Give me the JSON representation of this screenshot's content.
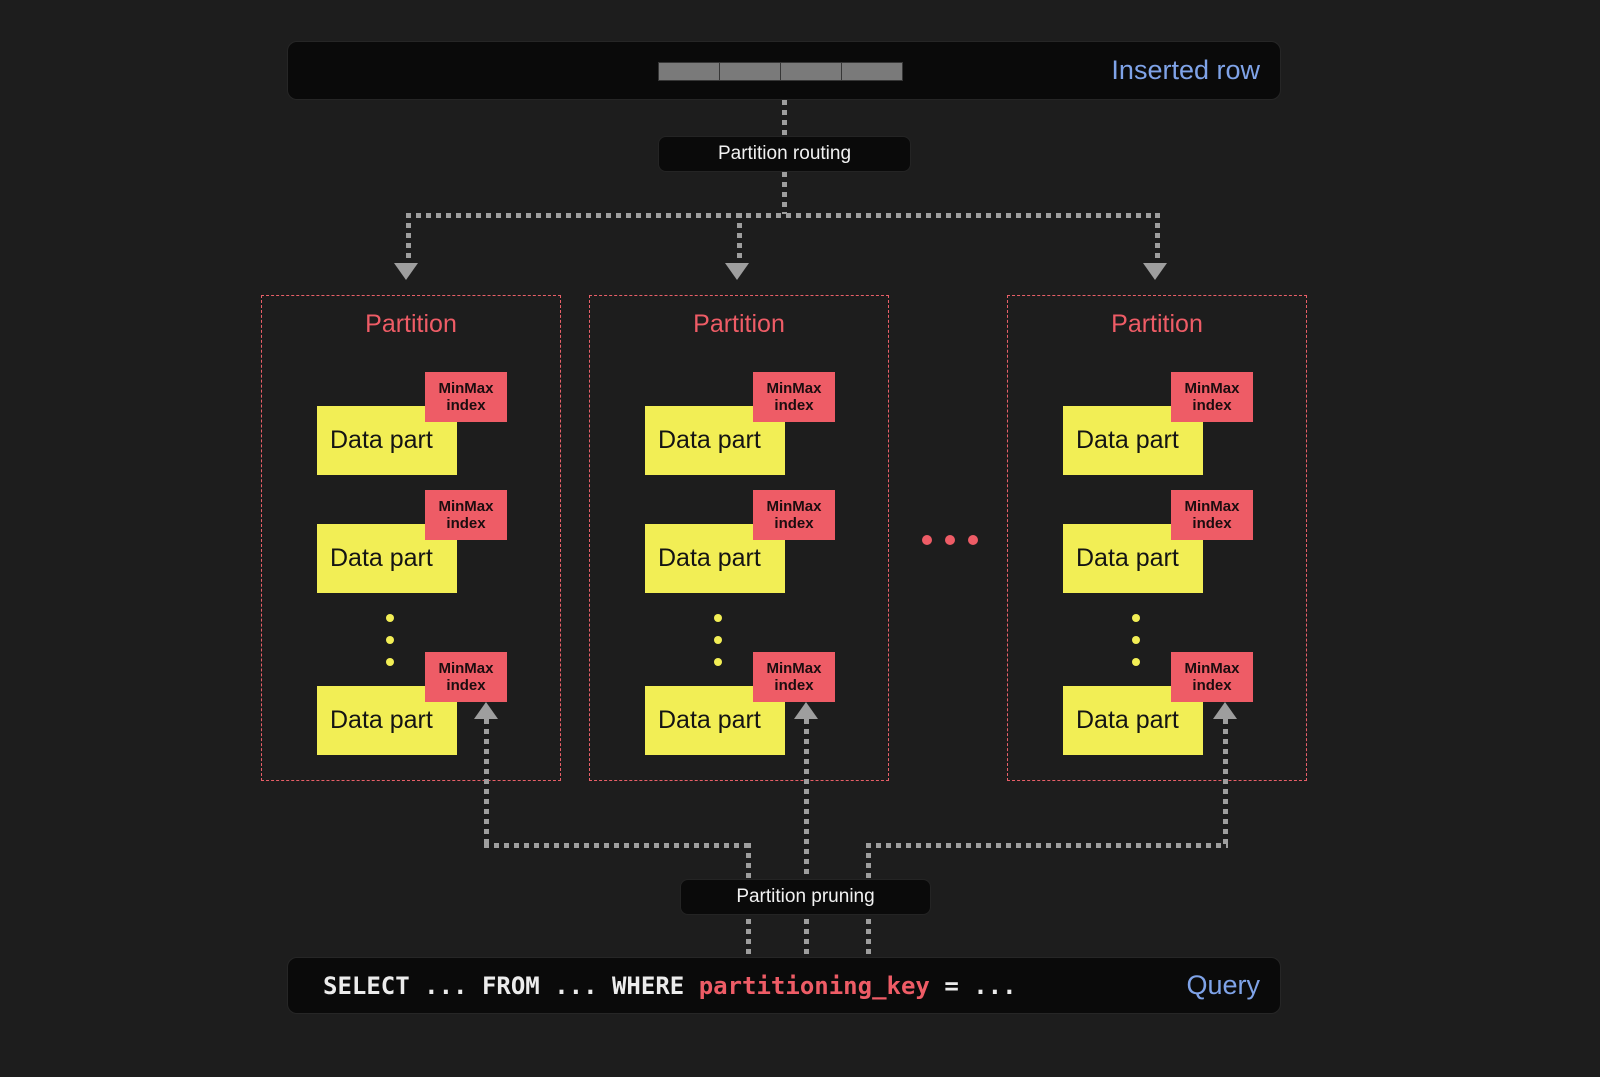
{
  "labels": {
    "inserted_row": "Inserted row",
    "partition_routing": "Partition routing",
    "partition_pruning": "Partition pruning",
    "data_part": "Data part",
    "minmax_line1": "MinMax",
    "minmax_line2": "index",
    "query": "Query"
  },
  "partitions": [
    {
      "title": "Partition"
    },
    {
      "title": "Partition"
    },
    {
      "title": "Partition"
    }
  ],
  "query_text": {
    "prefix": "SELECT ... FROM ... WHERE ",
    "highlight": "partitioning_key",
    "suffix": " = ..."
  },
  "colors": {
    "background": "#1d1d1d",
    "bar": "#0a0a0a",
    "accent_blue": "#7fa3e8",
    "accent_pink": "#ee5c66",
    "accent_yellow": "#f2ee55",
    "arrow_gray": "#9e9e9e"
  }
}
